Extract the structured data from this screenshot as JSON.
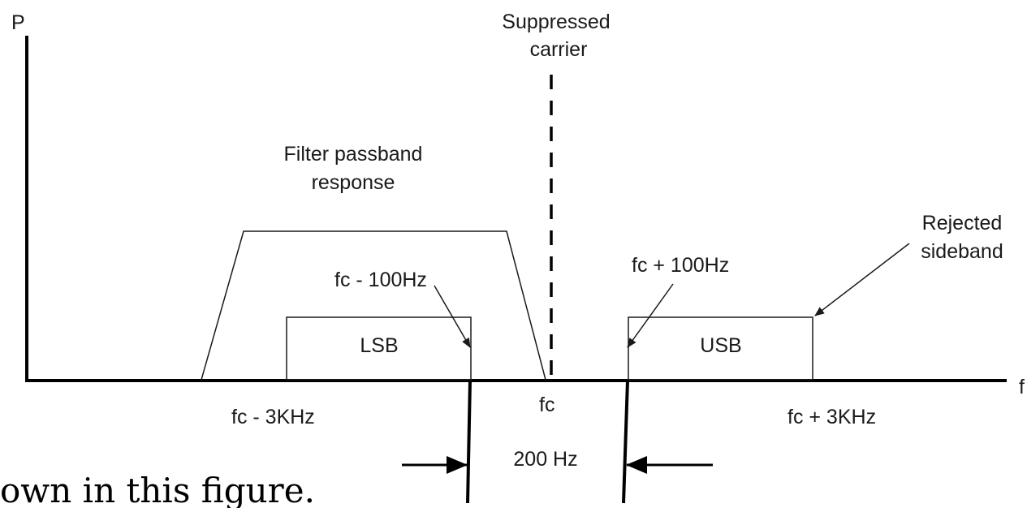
{
  "axes": {
    "y_label": "P",
    "x_label": "f"
  },
  "labels": {
    "suppressed_line1": "Suppressed",
    "suppressed_line2": "carrier",
    "filter_line1": "Filter passband",
    "filter_line2": "response",
    "rejected_line1": "Rejected",
    "rejected_line2": "sideband",
    "lsb": "LSB",
    "usb": "USB",
    "fc_minus_100": "fc - 100Hz",
    "fc_plus_100": "fc + 100Hz",
    "fc_minus_3k": "fc - 3KHz",
    "fc": "fc",
    "fc_plus_3k": "fc + 3KHz",
    "gap": "200 Hz",
    "caption_fragment": "own in this figure."
  }
}
